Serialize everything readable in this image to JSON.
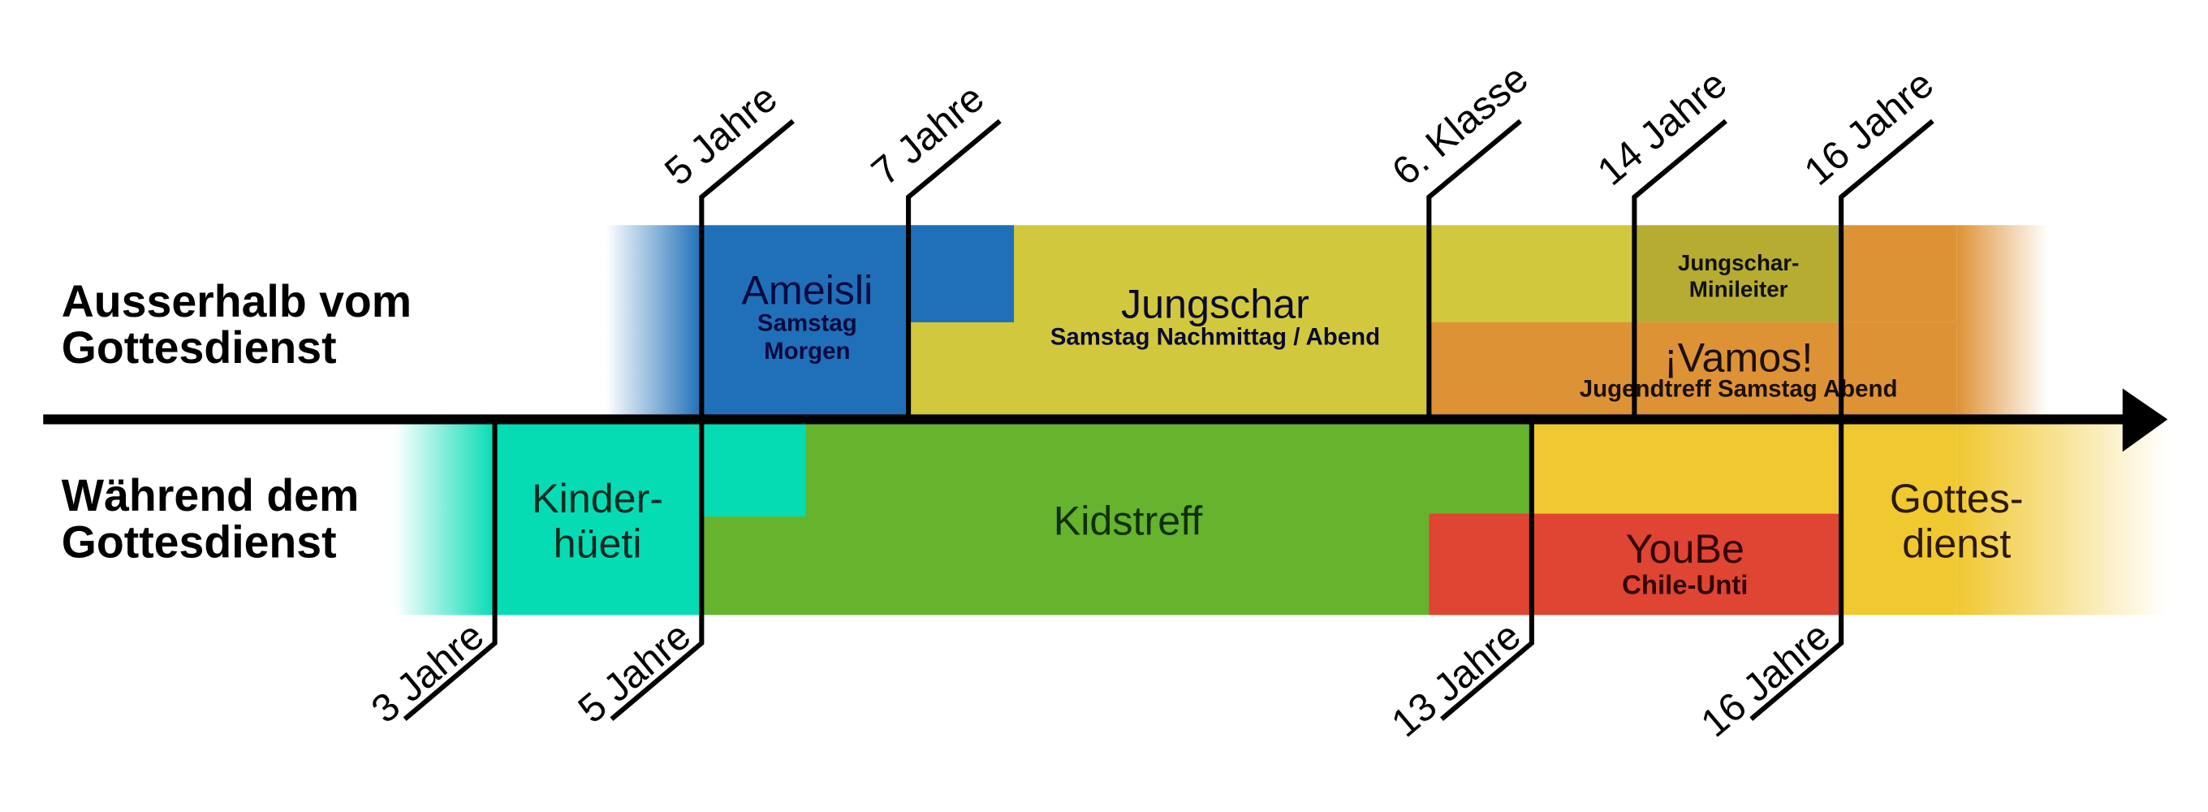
{
  "rows": {
    "outside": [
      "Ausserhalb vom",
      "Gottesdienst"
    ],
    "during": [
      "Während dem",
      "Gottesdienst"
    ]
  },
  "programs": {
    "ameisli": {
      "title": "Ameisli",
      "sub": [
        "Samstag",
        "Morgen"
      ],
      "color": "#1f70b8"
    },
    "jungschar": {
      "title": "Jungschar",
      "sub": "Samstag Nachmittag / Abend",
      "color": "#d2c83e"
    },
    "minileiter": {
      "title": [
        "Jungschar-",
        "Minileiter"
      ],
      "color": "#b6ac32"
    },
    "vamos": {
      "title": "¡Vamos!",
      "sub": "Jugendtreff Samstag Abend",
      "color": "#de9236"
    },
    "kinderhueeti": {
      "title": [
        "Kinder-",
        "hüeti"
      ],
      "color": "#05dcb4"
    },
    "kidstreff": {
      "title": "Kidstreff",
      "color": "#66b32e"
    },
    "yoube": {
      "title": "YouBe",
      "sub": "Chile-Unti",
      "color": "#e04433"
    },
    "gottesdienst": {
      "title": [
        "Gottes-",
        "dienst"
      ],
      "color": "#f0c830"
    }
  },
  "ticks_top": [
    "5 Jahre",
    "7 Jahre",
    "6. Klasse",
    "14 Jahre",
    "16 Jahre"
  ],
  "ticks_bottom": [
    "3 Jahre",
    "5 Jahre",
    "13 Jahre",
    "16 Jahre"
  ]
}
